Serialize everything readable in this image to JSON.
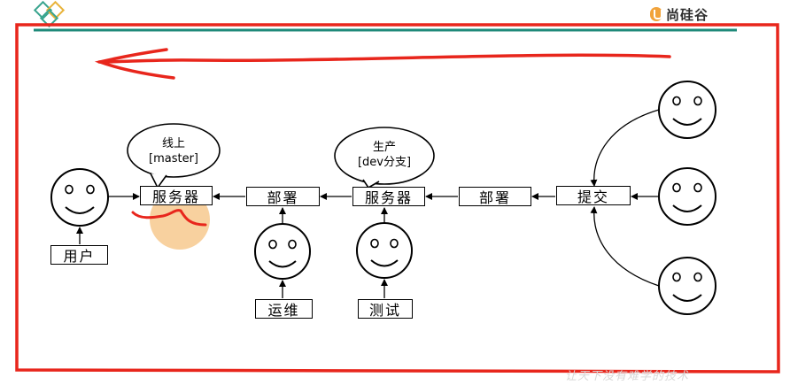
{
  "header": {
    "brand_name": "尚硅谷",
    "accent_color": "#1f8a7a",
    "frame_color": "#e8261c"
  },
  "nodes": {
    "server_prod": "服务器",
    "deploy_ops": "部署",
    "server_test": "服务器",
    "deploy_dev": "部署",
    "commit": "提交",
    "user": "用户",
    "ops": "运维",
    "test": "测试"
  },
  "bubbles": {
    "online": {
      "line1": "线上",
      "line2": "[master]"
    },
    "production": {
      "line1": "生产",
      "line2": "[dev分支]"
    }
  },
  "footer": {
    "slogan": "让天下没有难学的技术"
  }
}
